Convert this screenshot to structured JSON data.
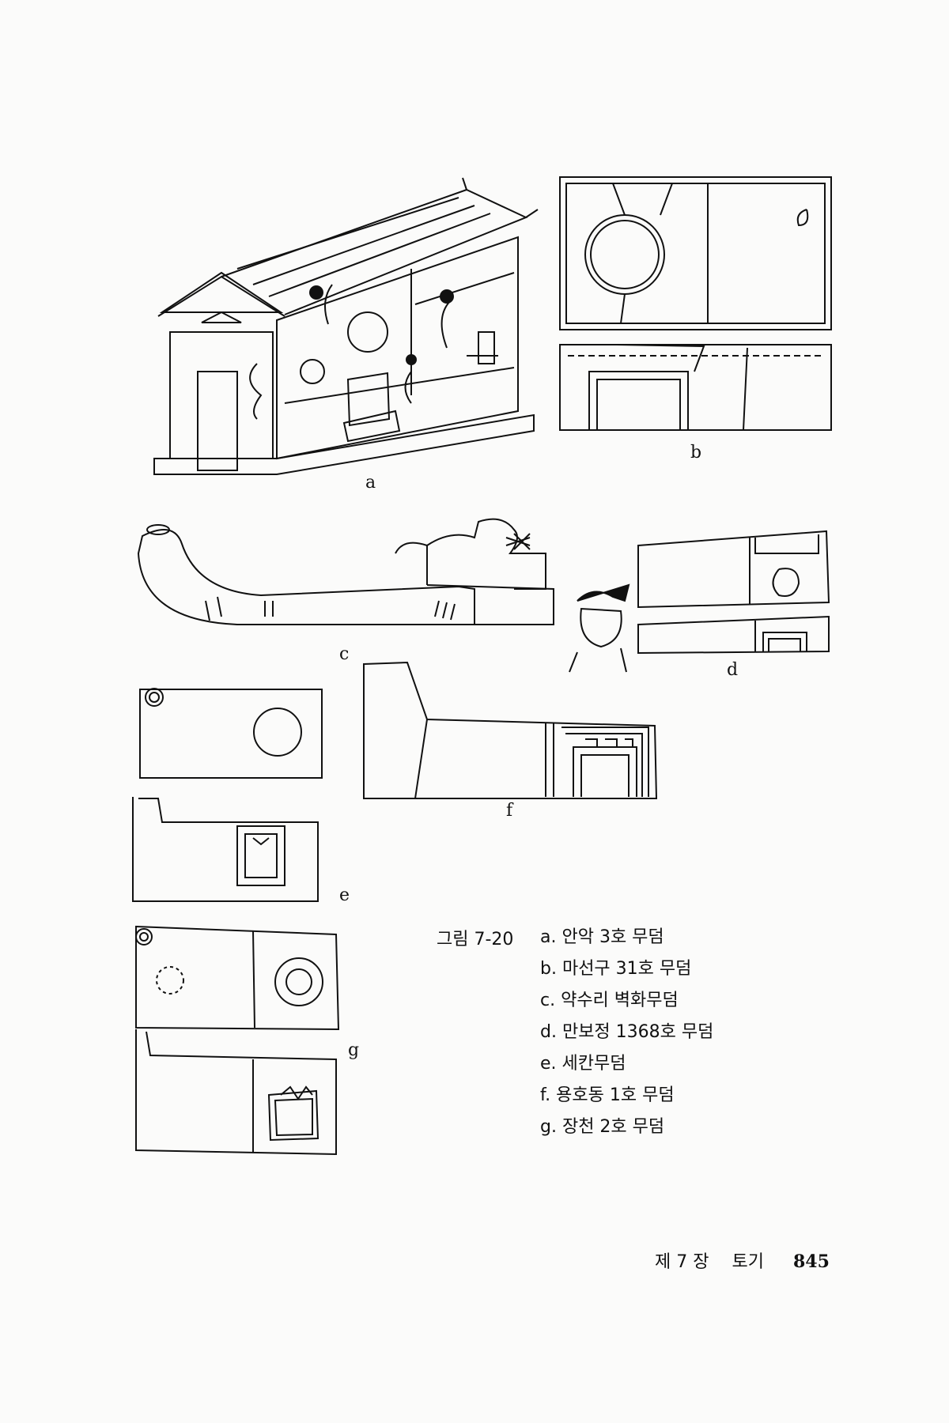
{
  "figure": {
    "panel_labels": [
      "a",
      "b",
      "c",
      "d",
      "e",
      "f",
      "g"
    ],
    "caption_title": "그림 7-20",
    "caption_items": [
      "a. 안악 3호 무덤",
      "b. 마선구 31호 무덤",
      "c. 약수리 벽화무덤",
      "d. 만보정 1368호 무덤",
      "e. 세칸무덤",
      "f. 용호동 1호 무덤",
      "g. 장천 2호 무덤"
    ]
  },
  "footer": {
    "chapter": "제 7 장",
    "chapter_title": "토기",
    "page_number": "845"
  }
}
